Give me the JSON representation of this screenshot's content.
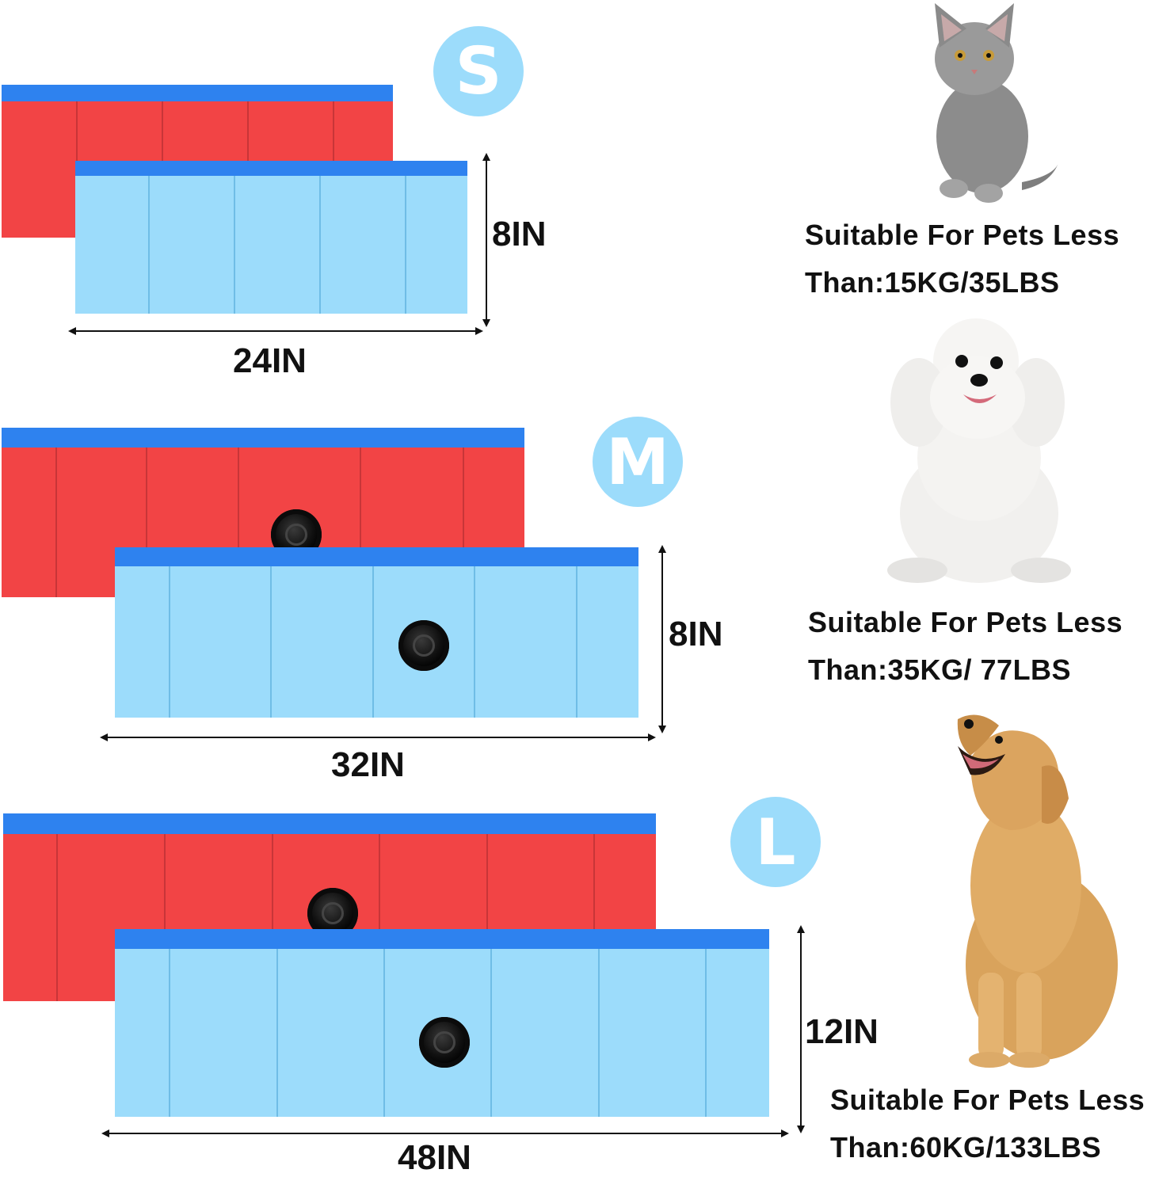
{
  "colors": {
    "red_wall": "#f24445",
    "blue_wall": "#9cdcfb",
    "rim": "#2e82ef",
    "badge": "#9cdcfb"
  },
  "sizes": [
    {
      "badge": "S",
      "width_label": "24IN",
      "height_label": "8IN",
      "caption_line1": "Suitable For Pets Less",
      "caption_line2": "Than:15KG/35LBS",
      "pet_icon": "cat-icon"
    },
    {
      "badge": "M",
      "width_label": "32IN",
      "height_label": "8IN",
      "caption_line1": "Suitable For Pets Less",
      "caption_line2": "Than:35KG/ 77LBS",
      "pet_icon": "poodle-icon"
    },
    {
      "badge": "L",
      "width_label": "48IN",
      "height_label": "12IN",
      "caption_line1": "Suitable For Pets Less",
      "caption_line2": "Than:60KG/133LBS",
      "pet_icon": "golden-retriever-icon"
    }
  ]
}
